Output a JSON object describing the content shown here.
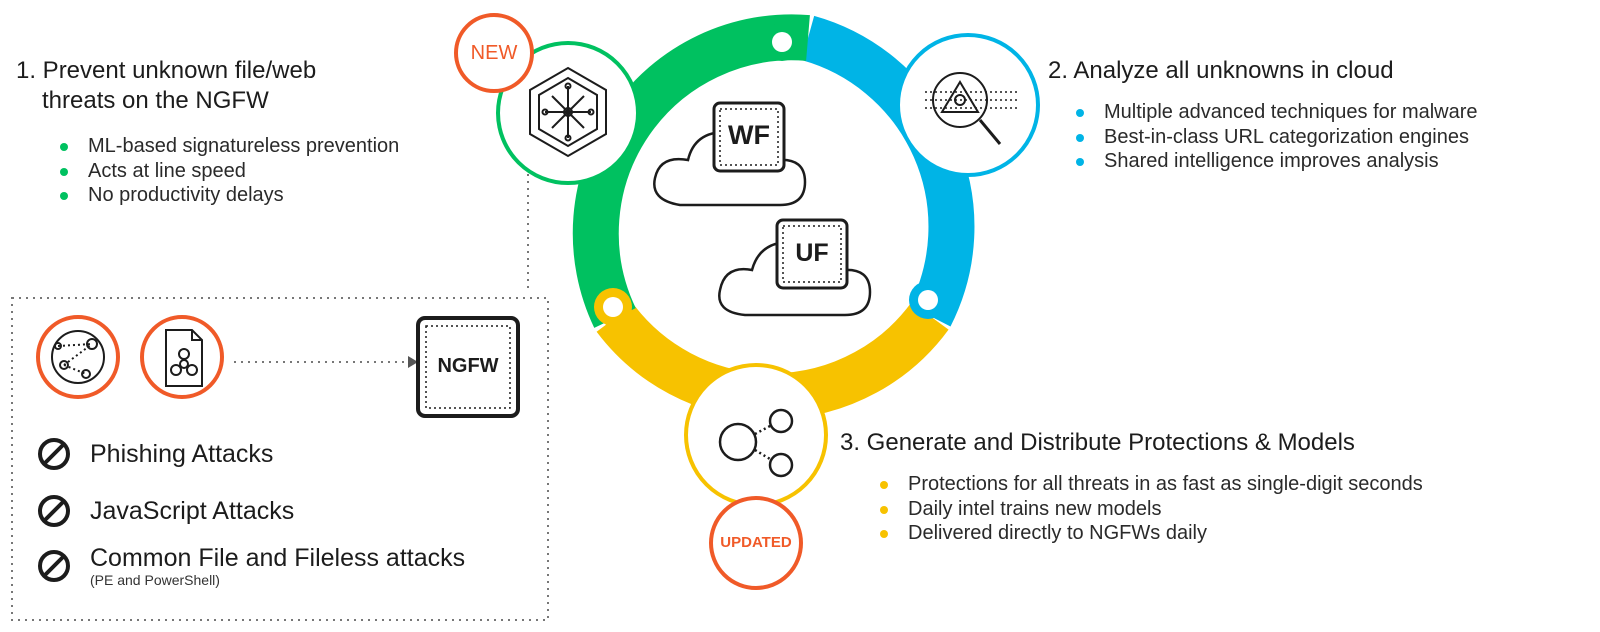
{
  "section1": {
    "heading_line1": "1. Prevent unknown file/web",
    "heading_line2": "threats on the NGFW",
    "bullets": [
      "ML-based signatureless prevention",
      "Acts at line speed",
      "No productivity delays"
    ],
    "bullet_color": "#00c160"
  },
  "section2": {
    "heading": "2. Analyze all unknowns in cloud",
    "bullets": [
      "Multiple advanced techniques for malware",
      "Best-in-class URL categorization engines",
      "Shared intelligence improves analysis"
    ],
    "bullet_color": "#00b4e6"
  },
  "section3": {
    "heading": "3. Generate and Distribute Protections & Models",
    "bullets": [
      "Protections for all threats in as fast as single-digit seconds",
      "Daily intel trains new models",
      "Delivered directly to NGFWs daily"
    ],
    "bullet_color": "#f7c200"
  },
  "badges": {
    "new": "NEW",
    "updated": "UPDATED"
  },
  "cycle": {
    "wf_label": "WF",
    "uf_label": "UF"
  },
  "ngfw_box": {
    "label": "NGFW",
    "attacks": [
      {
        "label": "Phishing Attacks",
        "sub": ""
      },
      {
        "label": "JavaScript Attacks",
        "sub": ""
      },
      {
        "label": "Common File and Fileless attacks",
        "sub": "(PE and PowerShell)"
      }
    ]
  },
  "icons": {
    "ml": "ml-chip-icon",
    "analyze": "malware-magnifier-icon",
    "distribute": "share-nodes-icon",
    "web": "web-network-icon",
    "file": "biohazard-file-icon",
    "block": "prohibited-icon"
  },
  "colors": {
    "green": "#00c160",
    "blue": "#00b4e6",
    "yellow": "#f7c200",
    "orange": "#f05a28",
    "dark": "#1c1c1c"
  }
}
